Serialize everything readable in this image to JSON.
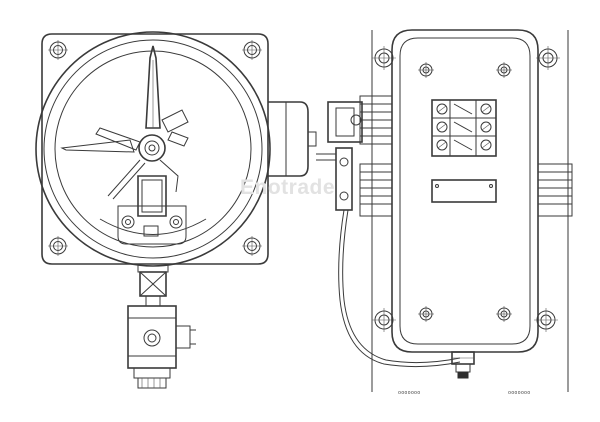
{
  "diagram": {
    "watermark_text": "Enotrade",
    "labels": {
      "left_bottom": "ooooooo",
      "right_bottom": "ooooooo"
    },
    "colors": {
      "stroke": "#3a3a3a",
      "background": "#ffffff",
      "watermark": "#e2e2e2"
    }
  }
}
